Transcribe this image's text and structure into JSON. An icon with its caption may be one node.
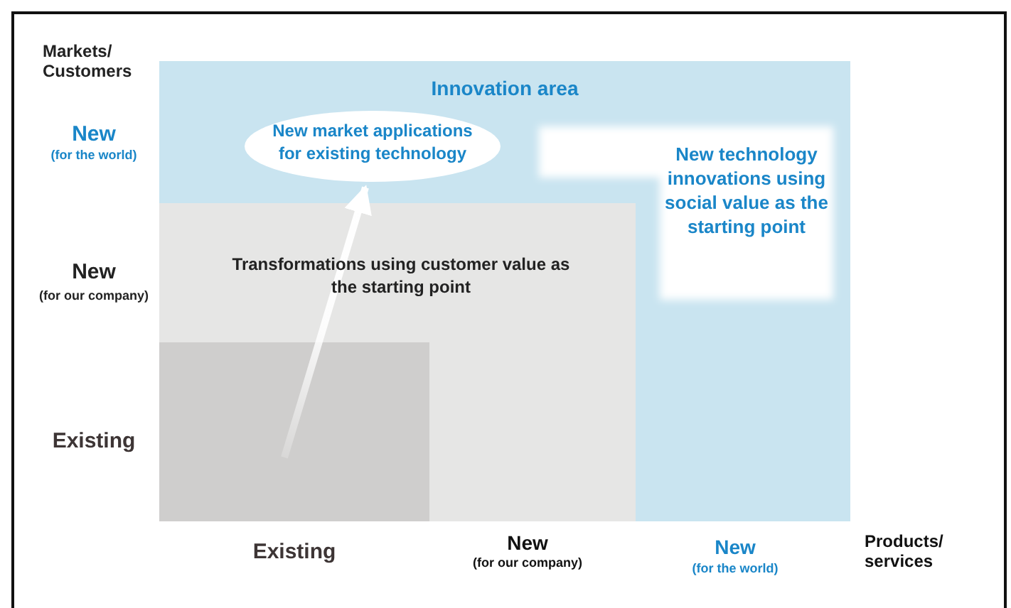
{
  "diagram": {
    "nodes": [
      {
        "text": [
          "Innovation area"
        ]
      },
      {
        "text": [
          "Transformations using customer value as the starting point"
        ],
        "in": 0
      },
      {
        "text": [],
        "shape": "box",
        "in": 1
      },
      {
        "text": [
          "New market applications for existing technology"
        ],
        "in": 0
      },
      {
        "text": [
          "New technology innovations using social value as the starting point"
        ],
        "in": 0
      }
    ],
    "edges": [
      {
        "from": 2,
        "to": 3,
        "arrow": "to"
      }
    ],
    "labels": [
      "Markets/ Customers",
      "New",
      "(for the world)",
      "New",
      "(for our company)",
      "Existing",
      "Existing",
      "New",
      "(for our company)",
      "New",
      "(for the world)",
      "Products/ services"
    ]
  }
}
